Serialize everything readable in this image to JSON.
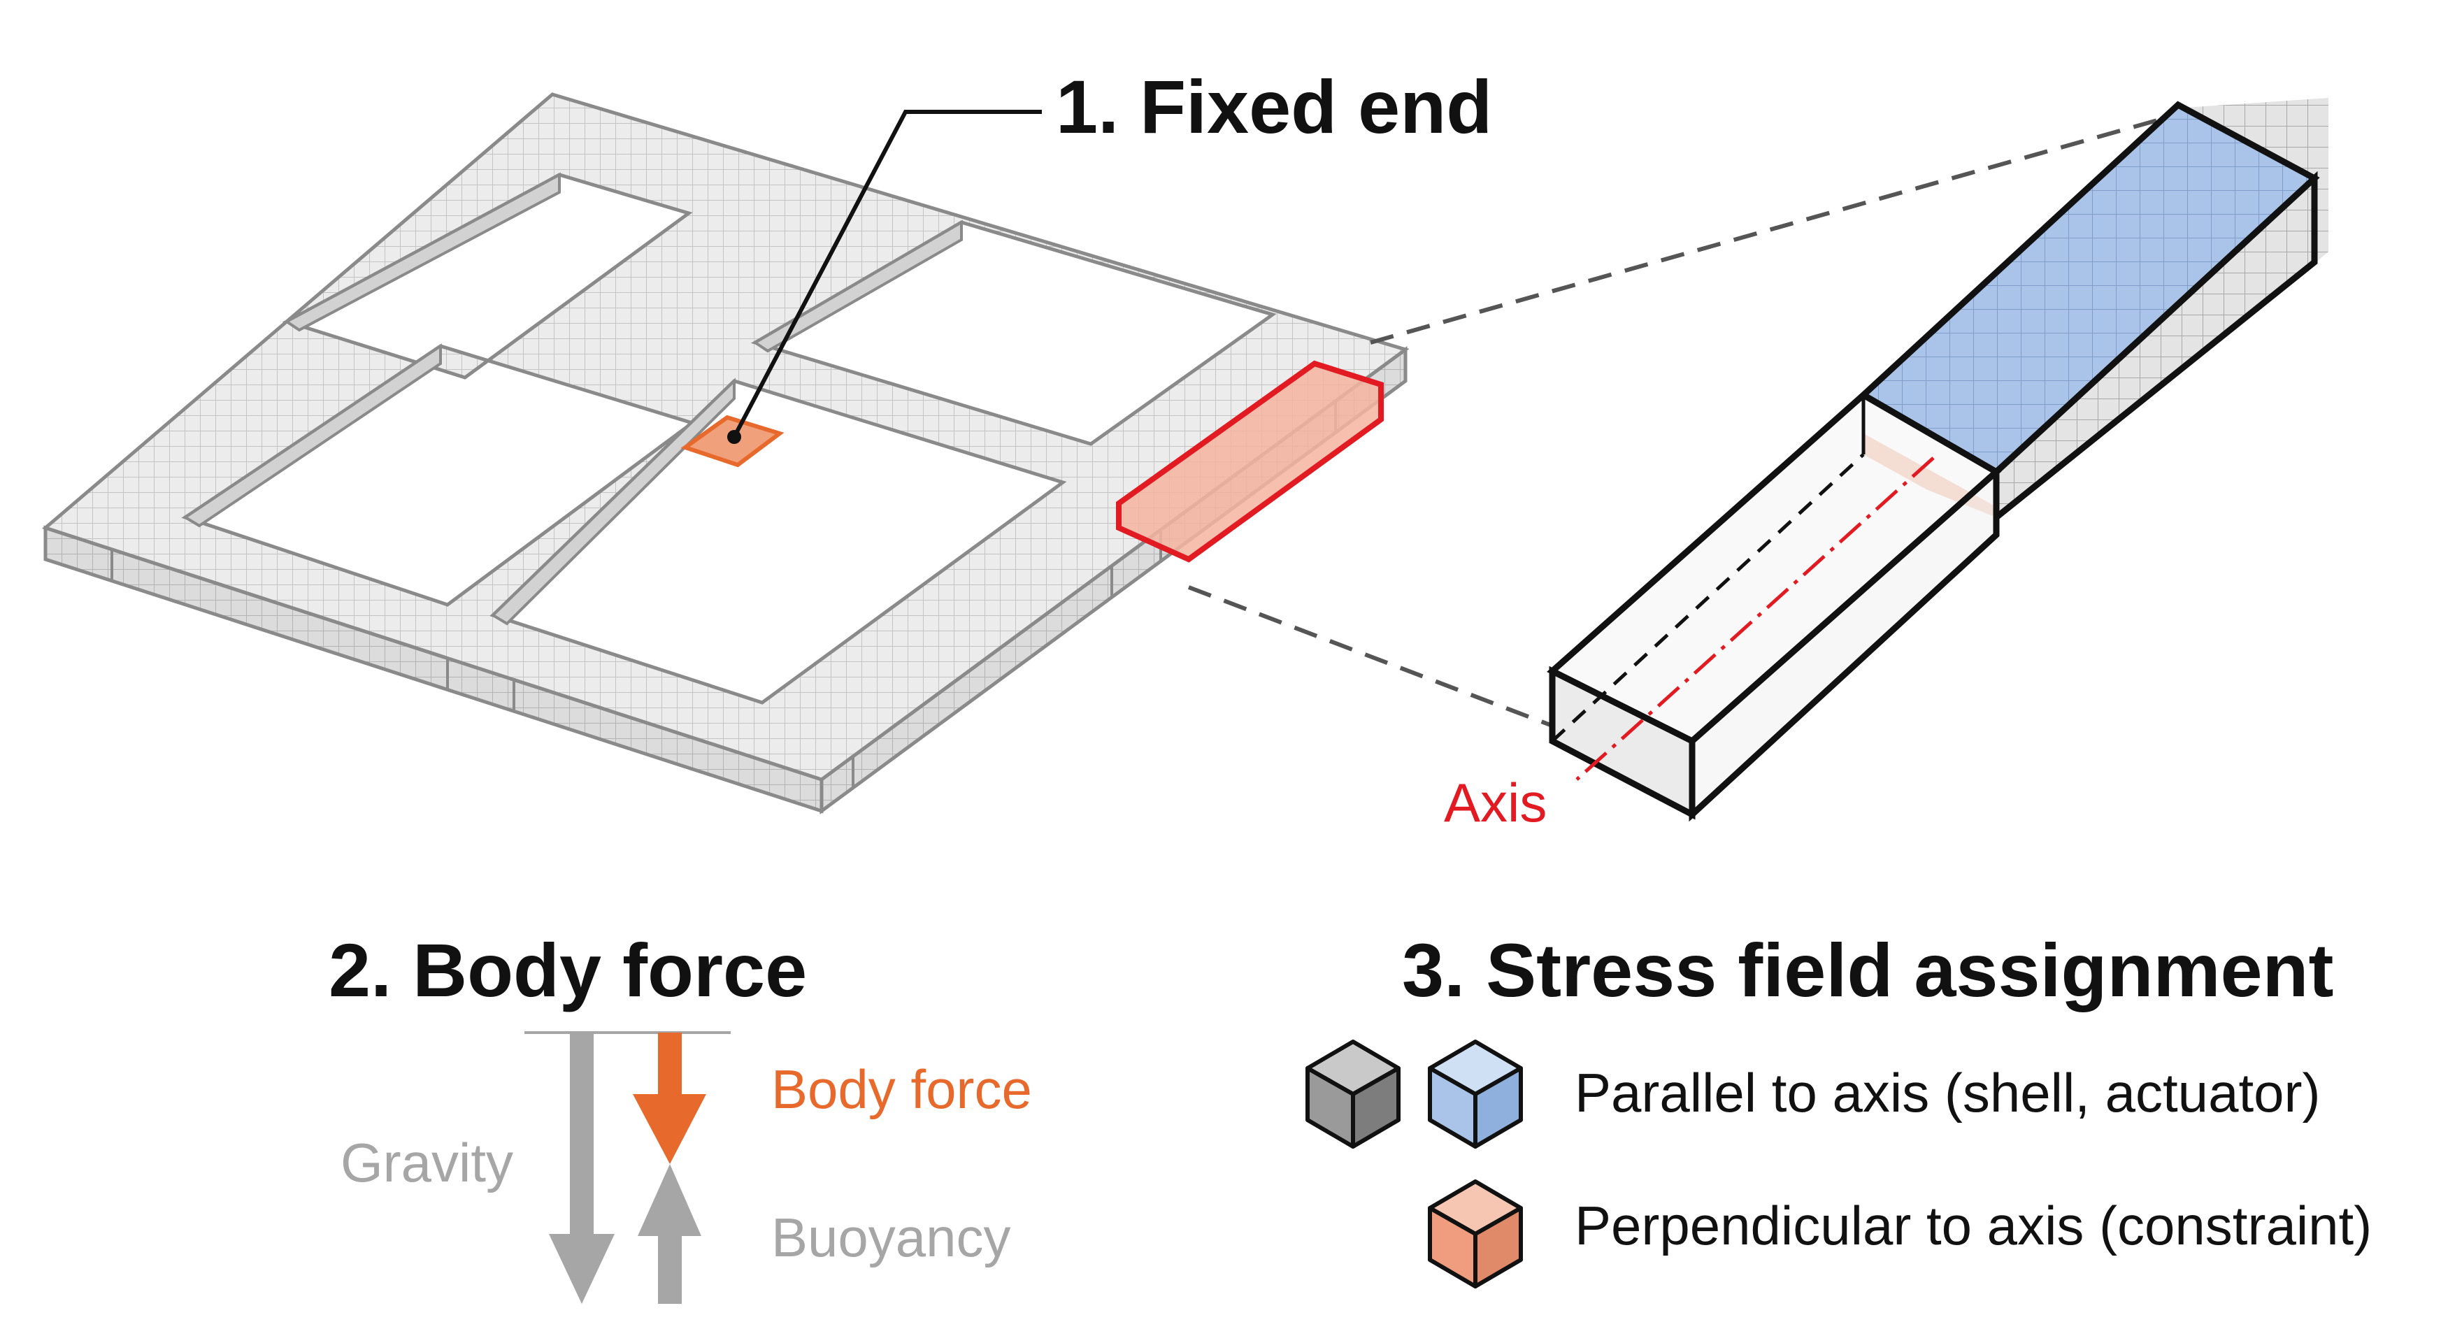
{
  "annotations": {
    "fixed_end": "1. Fixed end",
    "axis": "Axis"
  },
  "body_force_panel": {
    "title": "2. Body force",
    "body_force_label": "Body force",
    "gravity_label": "Gravity",
    "buoyancy_label": "Buoyancy"
  },
  "stress_panel": {
    "title": "3. Stress field assignment",
    "parallel_label": "Parallel to axis (shell, actuator)",
    "perpendicular_label": "Perpendicular to axis (constraint)"
  },
  "colors": {
    "mesh_gray": "#e6e6e6",
    "mesh_edge": "#8a8a8a",
    "fixed_end_orange": "#f0a07a",
    "highlight_red": "#e21b23",
    "shell_blue": "#a9c4e8",
    "constraint_salmon": "#f2b8a0",
    "body_force_orange": "#e8692c",
    "gravity_gray": "#a6a6a6"
  },
  "icons": [
    "gray-cube-icon",
    "blue-cube-icon",
    "salmon-cube-icon"
  ]
}
